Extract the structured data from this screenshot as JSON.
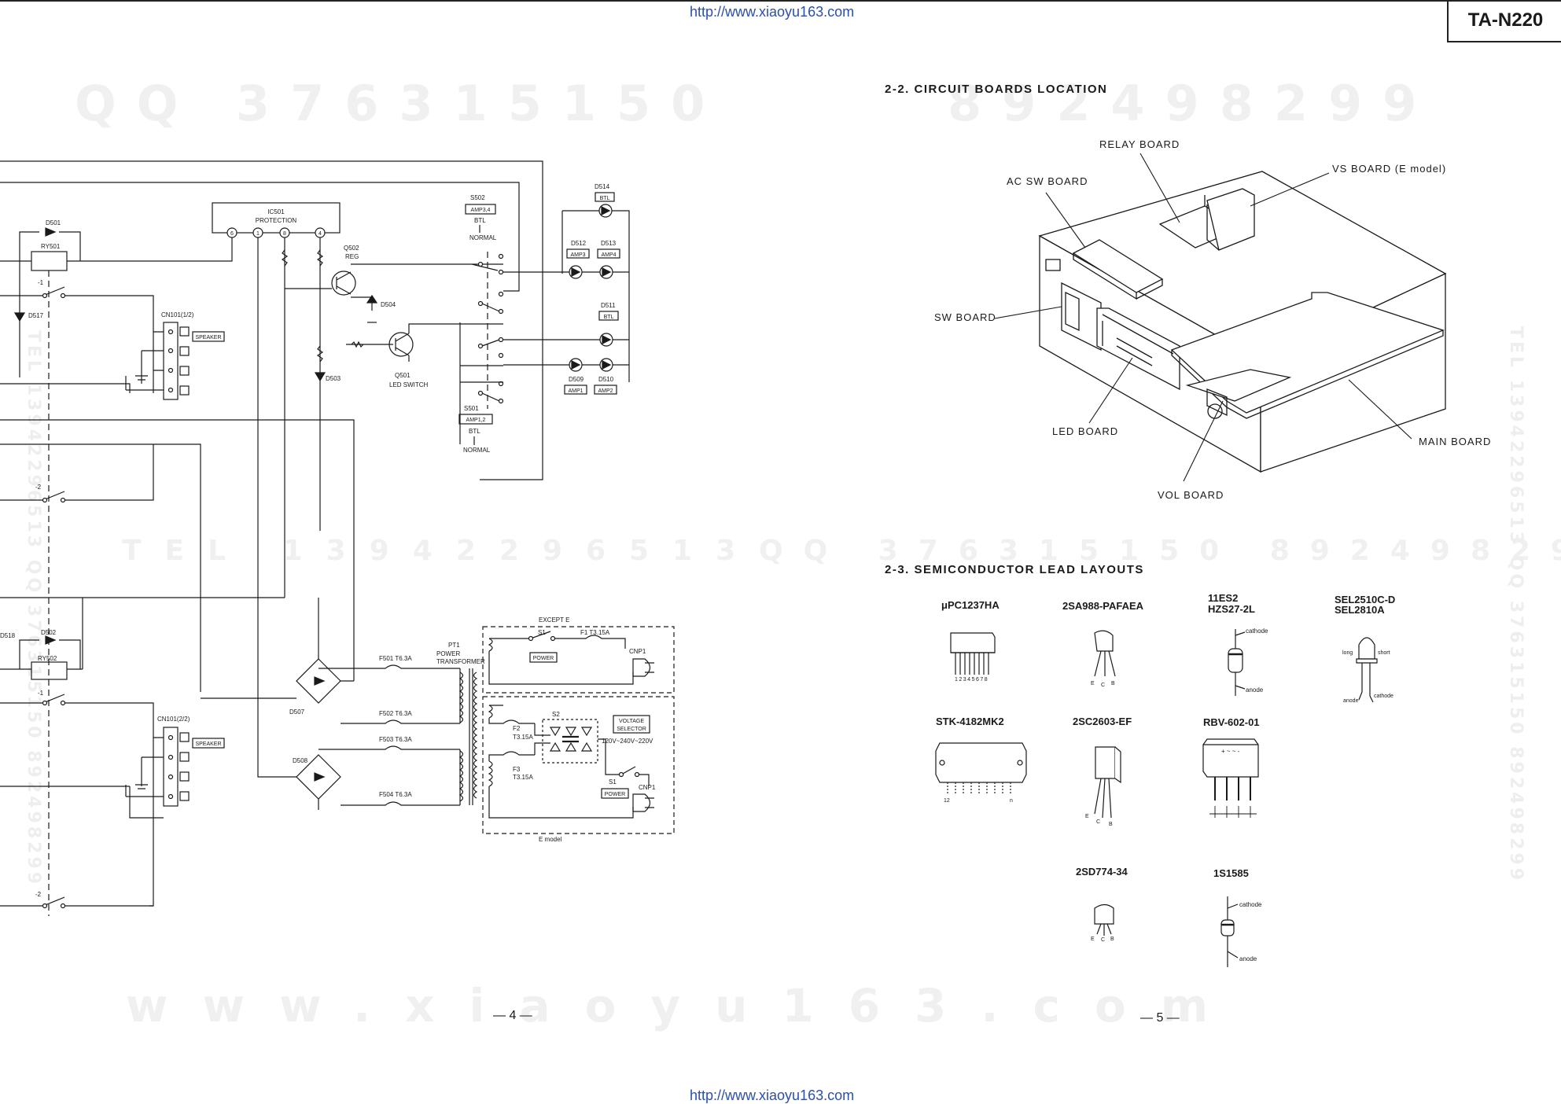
{
  "header": {
    "url": "http://www.xiaoyu163.com",
    "model": "TA-N220"
  },
  "watermarks": {
    "qq_left": "QQ 376315150",
    "qq_right": "892498299",
    "tel_center": "TEL 13942296513",
    "qq_center": "QQ 376315150 892498299",
    "web": "www.xiaoyu163.com",
    "vertical_right": "TEL 13942296513 QQ 376315150 892498299",
    "vertical_left": "TEL 13942296513 QQ 376315150 892498299"
  },
  "schematic": {
    "ic501": "IC501",
    "ic501_sub": "PROTECTION",
    "pins": [
      "6",
      "1",
      "8",
      "4"
    ],
    "d501": "D501",
    "ry501": "RY501",
    "d517": "D517",
    "contact_1": "-1",
    "contact_2": "-2",
    "cn101_1": "CN101(1/2)",
    "cn101_2": "CN101(2/2)",
    "speaker": "SPEAKER",
    "q502": "Q502",
    "q502_sub": "REG",
    "d504": "D504",
    "d503": "D503",
    "q501": "Q501",
    "q501_sub": "LED SWITCH",
    "s502": "S502",
    "amp34": "AMP3,4",
    "btl": "BTL",
    "normal": "NORMAL",
    "s501": "S501",
    "amp12": "AMP1,2",
    "d514": "D514",
    "d512": "D512",
    "d513": "D513",
    "amp3": "AMP3",
    "amp4": "AMP4",
    "d511": "D511",
    "d509": "D509",
    "d510": "D510",
    "amp1": "AMP1",
    "amp2": "AMP2",
    "d518": "D518",
    "d502": "D502",
    "ry502": "RY502",
    "d507": "D507",
    "d508": "D508",
    "f501": "F501 T6.3A",
    "f502": "F502 T6.3A",
    "f503": "F503 T6.3A",
    "f504": "F504 T6.3A",
    "pt1": "PT1",
    "pt1_sub1": "POWER",
    "pt1_sub2": "TRANSFORMER",
    "except_e": "EXCEPT E",
    "s1": "S1",
    "f1": "F1 T3.15A",
    "power": "POWER",
    "cnp1": "CNP1",
    "s2": "S2",
    "f2": "F2",
    "f3": "F3",
    "t315a": "T3.15A",
    "voltage": "VOLTAGE",
    "selector": "SELECTOR",
    "voltages": "120V~240V~220V",
    "e_model": "E model"
  },
  "section_22": {
    "title": "2-2.  CIRCUIT BOARDS LOCATION",
    "labels": {
      "relay": "RELAY BOARD",
      "acsw": "AC SW BOARD",
      "vs": "VS BOARD (E model)",
      "sw": "SW BOARD",
      "led": "LED BOARD",
      "main": "MAIN BOARD",
      "vol": "VOL BOARD"
    }
  },
  "section_23": {
    "title": "2-3.  SEMICONDUCTOR LEAD LAYOUTS",
    "parts": {
      "upc": "μPC1237HA",
      "upc_pins": "12345678",
      "sa988": "2SA988-PAFAEA",
      "es2_1": "11ES2",
      "es2_2": "HZS27-2L",
      "sel_1": "SEL2510C-D",
      "sel_2": "SEL2810A",
      "stk": "STK-4182MK2",
      "stk_pin_l": "12",
      "stk_pin_r": "n",
      "sc2603": "2SC2603-EF",
      "rbv": "RBV-602-01",
      "sd774": "2SD774-34",
      "s1585": "1S1585"
    },
    "lead_labels": {
      "cathode": "cathode",
      "anode": "anode",
      "long": "long",
      "short": "short",
      "e": "E",
      "c": "C",
      "b": "B"
    }
  },
  "footer": {
    "page_left": "— 4 —",
    "page_right": "— 5 —",
    "url": "http://www.xiaoyu163.com"
  }
}
